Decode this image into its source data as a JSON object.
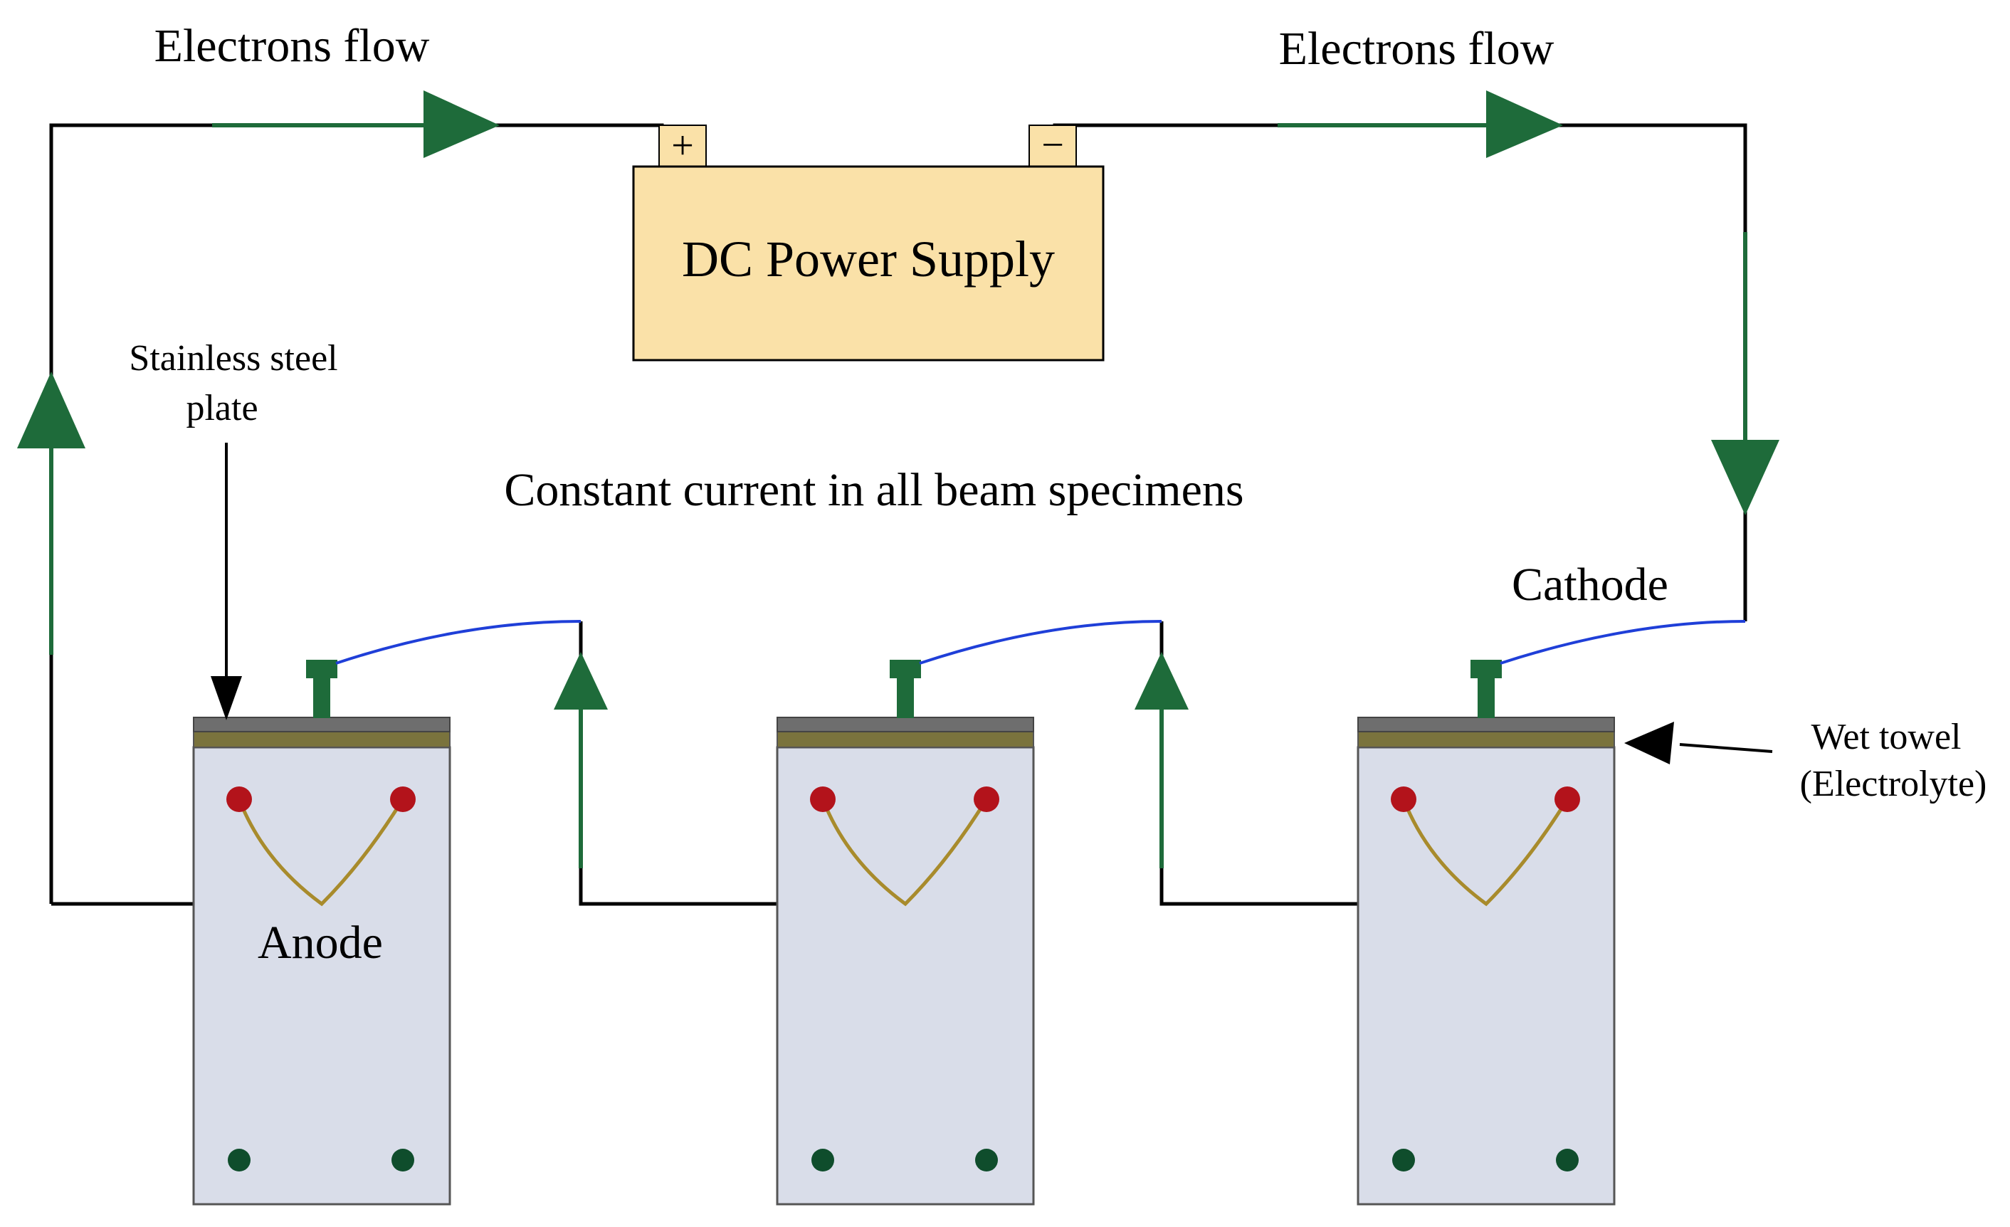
{
  "labels": {
    "electrons_flow_left": "Electrons flow",
    "electrons_flow_right": "Electrons flow",
    "plus": "+",
    "minus": "−",
    "power_supply": "DC Power Supply",
    "stainless_line1": "Stainless steel",
    "stainless_line2": "plate",
    "constant_current": "Constant current in all beam specimens",
    "cathode": "Cathode",
    "anode": "Anode",
    "wet_towel_line1": "Wet towel",
    "wet_towel_line2": "(Electrolyte)"
  },
  "colors": {
    "wire": "#000000",
    "flow": "#1e6b3a",
    "cathode_lead": "#1f3fd8",
    "supply_fill": "#fae1a8",
    "beam_fill": "#d9dde9",
    "steel_plate": "#6e6e6e",
    "towel": "#7a733d",
    "rebar_top": "#b3131b",
    "rebar_bottom": "#0f4d2c",
    "stirrup": "#a88b2c"
  },
  "beam_specimens": [
    {
      "name": "beam-specimen-1"
    },
    {
      "name": "beam-specimen-2"
    },
    {
      "name": "beam-specimen-3"
    }
  ]
}
